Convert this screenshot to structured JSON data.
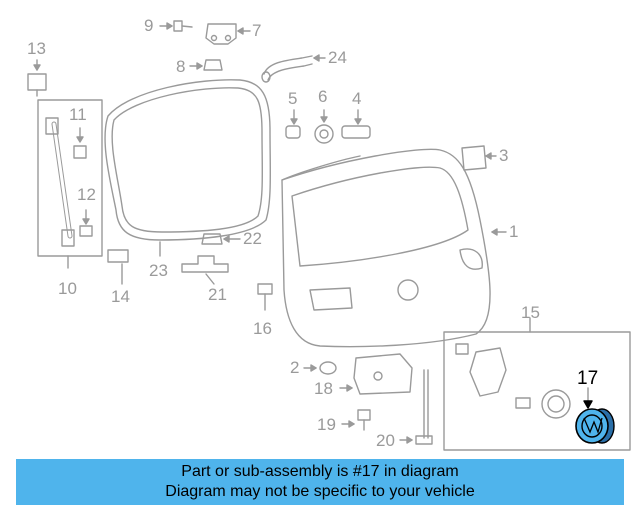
{
  "callouts": {
    "c1": "1",
    "c2": "2",
    "c3": "3",
    "c4": "4",
    "c5": "5",
    "c6": "6",
    "c7": "7",
    "c8": "8",
    "c9": "9",
    "c10": "10",
    "c11": "11",
    "c12": "12",
    "c13": "13",
    "c14": "14",
    "c15": "15",
    "c16": "16",
    "c17": "17",
    "c18": "18",
    "c19": "19",
    "c20": "20",
    "c21": "21",
    "c22": "22",
    "c23": "23",
    "c24": "24"
  },
  "highlight_part": "17",
  "banner": {
    "line1": "Part or sub-assembly is #17 in diagram",
    "line2": "Diagram may not be specific to your vehicle"
  },
  "colors": {
    "line": "#9a9a9a",
    "highlight_fill": "#4fb4ec",
    "banner_bg": "#4fb4ec"
  }
}
